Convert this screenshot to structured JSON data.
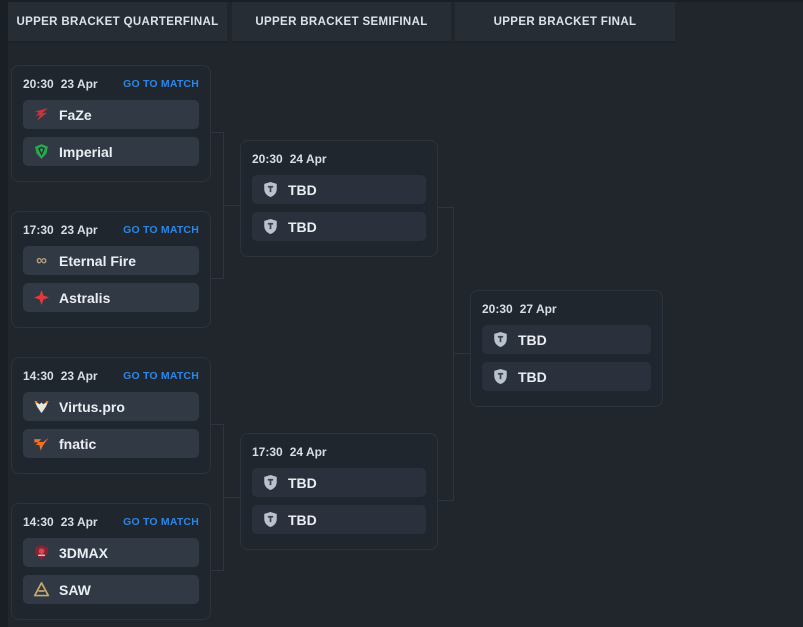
{
  "colors": {
    "background": "#21262d",
    "header_panel": "#262d35",
    "card_border": "#2c333d",
    "team_row": "#313945",
    "tbd_row": "#2a313c",
    "link_blue": "#2c86e8",
    "connector": "#2d3540"
  },
  "header": {
    "tabs": [
      {
        "label": "UPPER BRACKET QUARTERFINAL"
      },
      {
        "label": "UPPER BRACKET SEMIFINAL"
      },
      {
        "label": "UPPER BRACKET FINAL"
      }
    ]
  },
  "quarterfinals": [
    {
      "time": "20:30",
      "date": "23 Apr",
      "link_label": "GO TO MATCH",
      "team1": {
        "name": "FaZe",
        "icon": "faze-logo-icon",
        "color": "#c8363a"
      },
      "team2": {
        "name": "Imperial",
        "icon": "imperial-logo-icon",
        "color": "#27a84d"
      }
    },
    {
      "time": "17:30",
      "date": "23 Apr",
      "link_label": "GO TO MATCH",
      "team1": {
        "name": "Eternal Fire",
        "icon": "eternal-fire-logo-icon",
        "color": "#b3a17a"
      },
      "team2": {
        "name": "Astralis",
        "icon": "astralis-logo-icon",
        "color": "#e0393e"
      }
    },
    {
      "time": "14:30",
      "date": "23 Apr",
      "link_label": "GO TO MATCH",
      "team1": {
        "name": "Virtus.pro",
        "icon": "virtus-pro-logo-icon",
        "color": "#e9e5df"
      },
      "team2": {
        "name": "fnatic",
        "icon": "fnatic-logo-icon",
        "color": "#f36f21"
      }
    },
    {
      "time": "14:30",
      "date": "23 Apr",
      "link_label": "GO TO MATCH",
      "team1": {
        "name": "3DMAX",
        "icon": "3dmax-logo-icon",
        "color": "#8c2130"
      },
      "team2": {
        "name": "SAW",
        "icon": "saw-logo-icon",
        "color": "#c9a869"
      }
    }
  ],
  "semifinals": [
    {
      "time": "20:30",
      "date": "24 Apr",
      "team1": {
        "name": "TBD",
        "icon": "tbd-shield-icon",
        "color": "#bac3cd"
      },
      "team2": {
        "name": "TBD",
        "icon": "tbd-shield-icon",
        "color": "#bac3cd"
      }
    },
    {
      "time": "17:30",
      "date": "24 Apr",
      "team1": {
        "name": "TBD",
        "icon": "tbd-shield-icon",
        "color": "#bac3cd"
      },
      "team2": {
        "name": "TBD",
        "icon": "tbd-shield-icon",
        "color": "#bac3cd"
      }
    }
  ],
  "final": {
    "time": "20:30",
    "date": "27 Apr",
    "team1": {
      "name": "TBD",
      "icon": "tbd-shield-icon",
      "color": "#bac3cd"
    },
    "team2": {
      "name": "TBD",
      "icon": "tbd-shield-icon",
      "color": "#bac3cd"
    }
  }
}
